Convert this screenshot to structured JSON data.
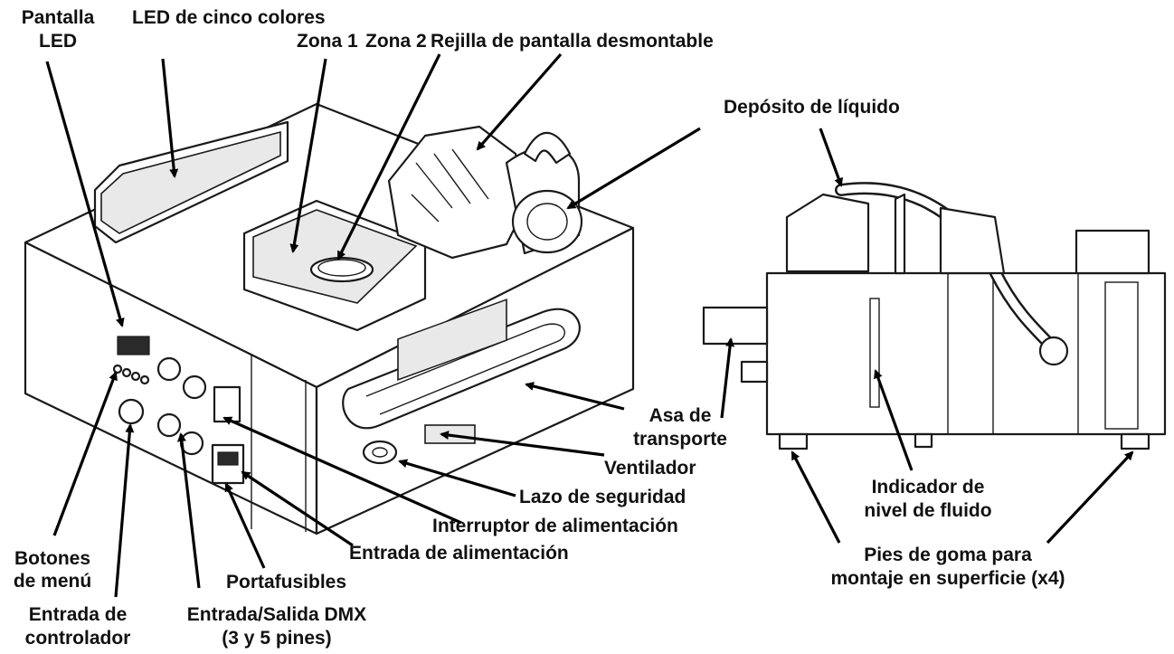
{
  "labels": {
    "pantalla_led": [
      "Pantalla",
      "LED"
    ],
    "led_cinco_colores": "LED de cinco colores",
    "zona1": "Zona 1",
    "zona2": "Zona 2",
    "pantalla_desmontable": "Rejilla de pantalla desmontable",
    "deposito": "Depósito de líquido",
    "asa": [
      "Asa de",
      "transporte"
    ],
    "ventilador": "Ventilador",
    "lazo": "Lazo de seguridad",
    "interruptor": "Interruptor de alimentación",
    "entrada_alimentacion": "Entrada de alimentación",
    "botones": [
      "Botones",
      "de menú"
    ],
    "portafusibles": "Portafusibles",
    "entrada_controlador": [
      "Entrada de",
      "controlador"
    ],
    "dmx": [
      "Entrada/Salida DMX",
      "(3 y 5 pines)"
    ],
    "indicador": [
      "Indicador de",
      "nivel de fluido"
    ],
    "pies": [
      "Pies de goma para",
      "montaje en superficie (x4)"
    ]
  }
}
